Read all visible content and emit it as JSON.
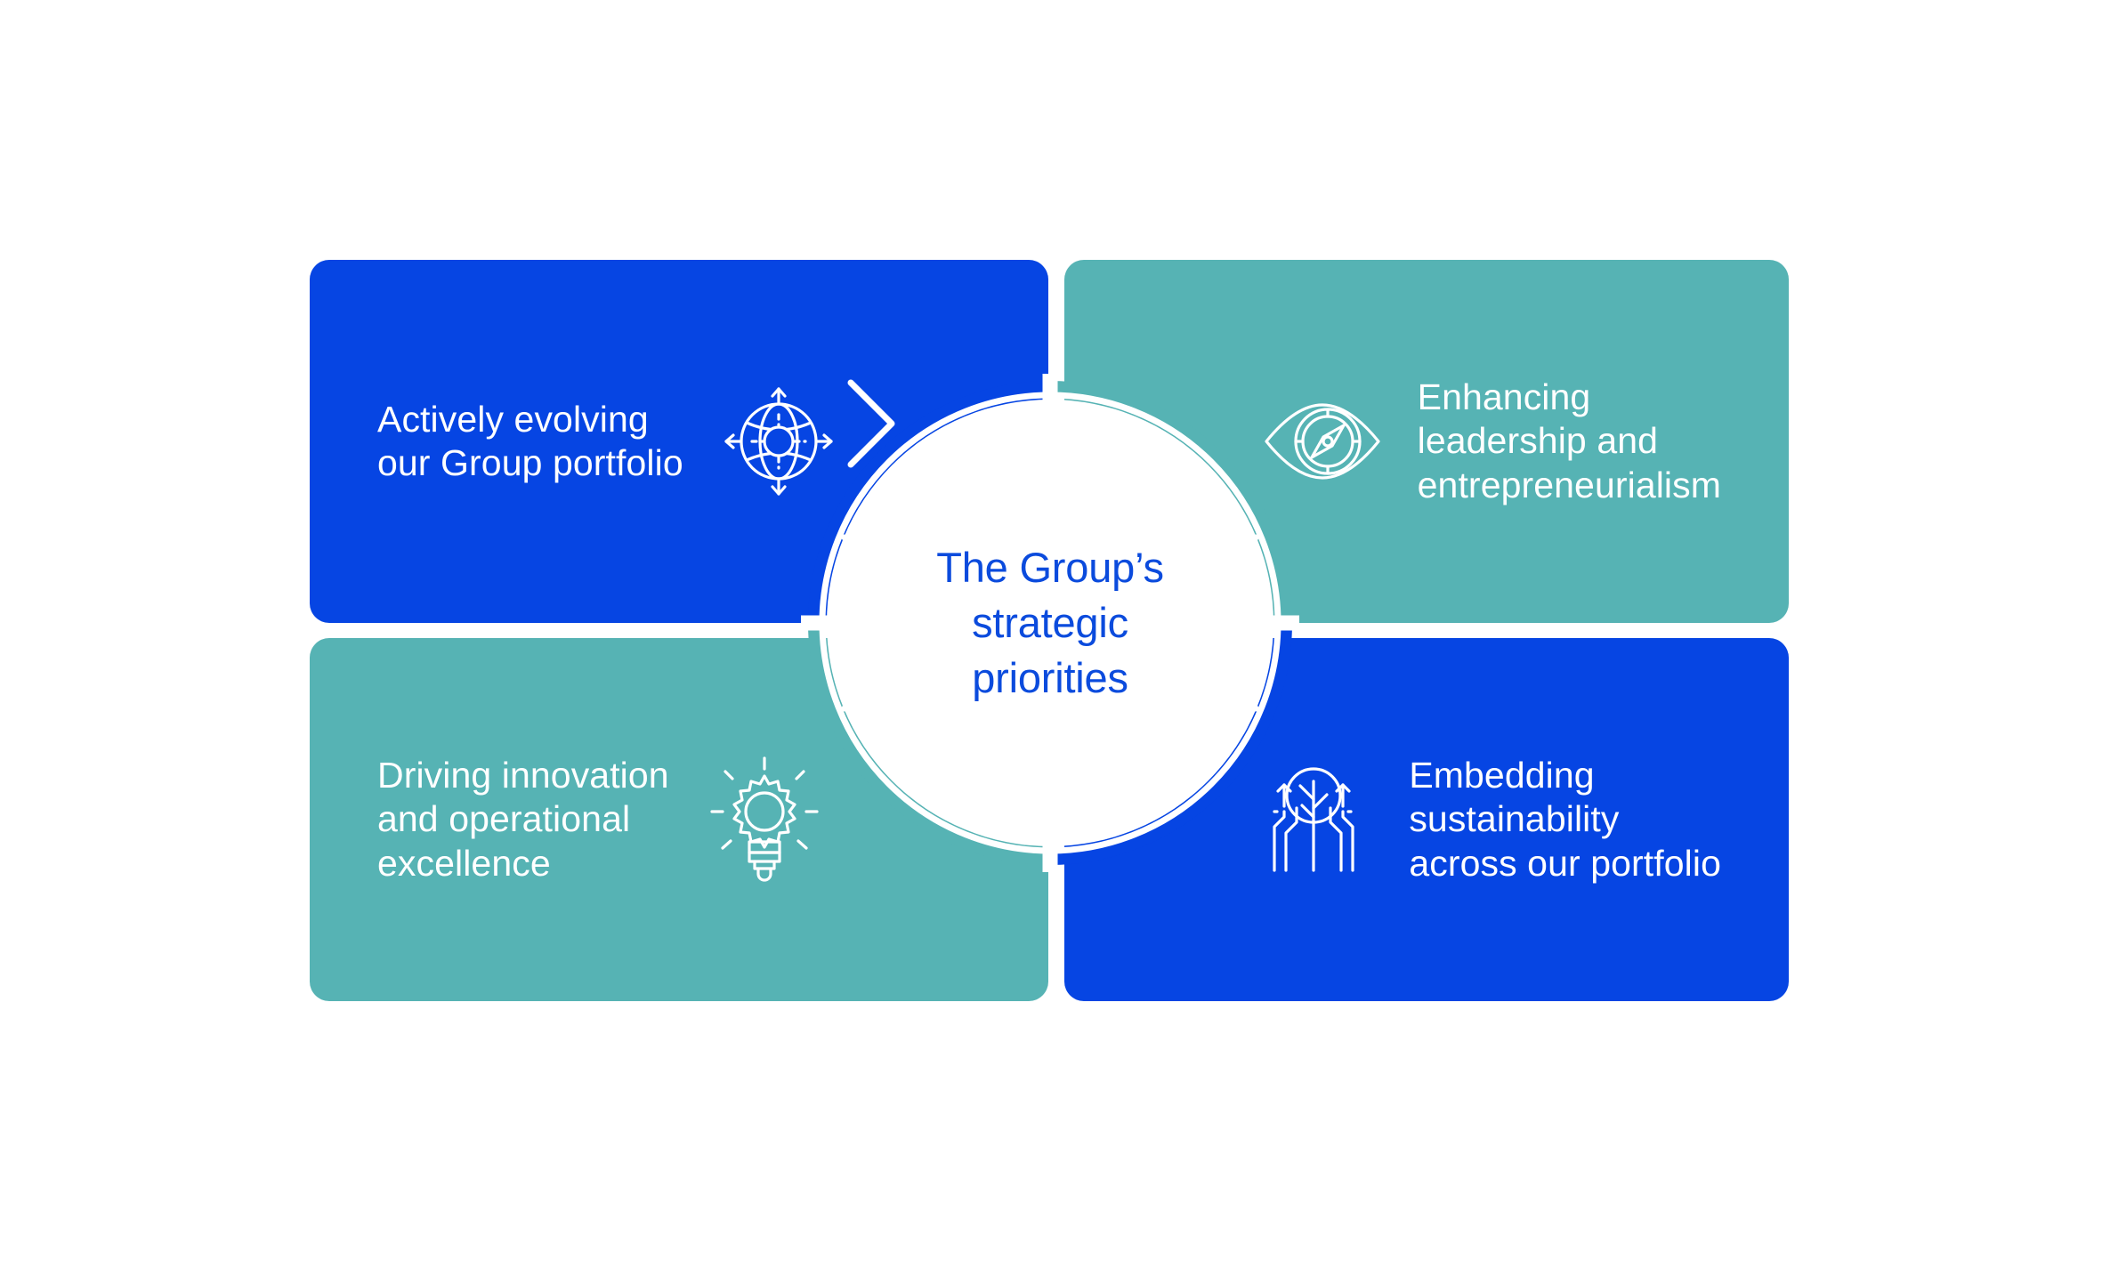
{
  "diagram": {
    "center": {
      "title": "The Group’s\nstrategic\npriorities",
      "text_color": "#0b4bdd"
    },
    "colors": {
      "blue": "#0645e3",
      "teal": "#56b3b4",
      "white": "#ffffff"
    },
    "quadrants": [
      {
        "position": "top-left",
        "label": "Actively evolving\nour Group portfolio",
        "icon": "globe-target-icon",
        "background": "#0645e3",
        "text_color": "#ffffff"
      },
      {
        "position": "top-right",
        "label": "Enhancing\nleadership and\nentrepreneurialism",
        "icon": "compass-eye-icon",
        "background": "#56b3b4",
        "text_color": "#ffffff"
      },
      {
        "position": "bottom-left",
        "label": "Driving innovation\nand operational\nexcellence",
        "icon": "lightbulb-gear-icon",
        "background": "#56b3b4",
        "text_color": "#ffffff"
      },
      {
        "position": "bottom-right",
        "label": "Embedding\nsustainability\nacross our portfolio",
        "icon": "tree-hands-icon",
        "background": "#0645e3",
        "text_color": "#ffffff"
      }
    ]
  }
}
